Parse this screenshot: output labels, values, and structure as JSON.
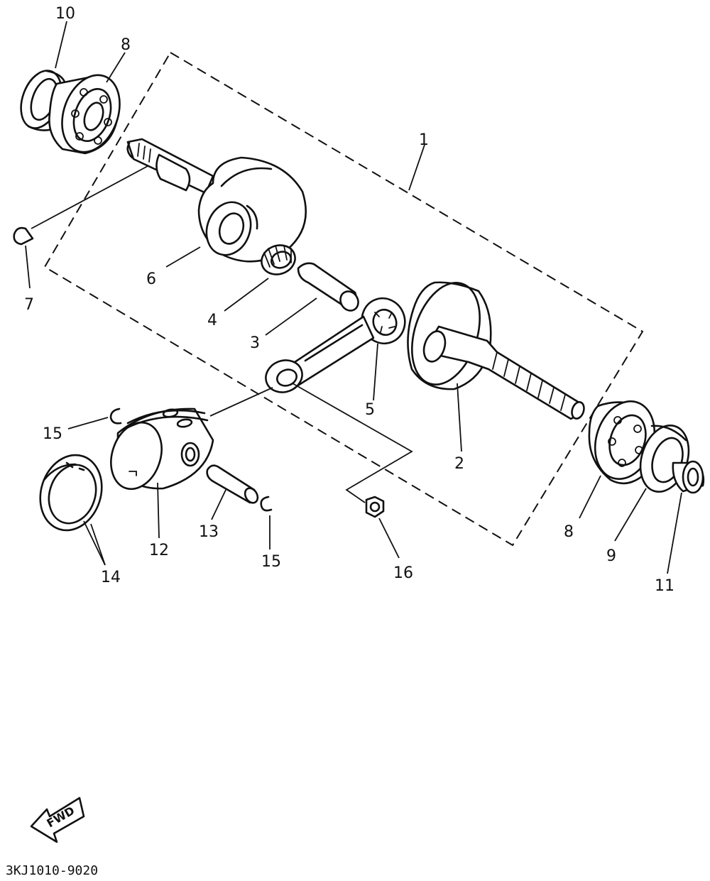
{
  "diagram": {
    "callouts": {
      "c1": "1",
      "c2": "2",
      "c3": "3",
      "c4": "4",
      "c5": "5",
      "c6": "6",
      "c7": "7",
      "c8a": "8",
      "c8b": "8",
      "c9": "9",
      "c10": "10",
      "c11": "11",
      "c12": "12",
      "c13": "13",
      "c14": "14",
      "c15a": "15",
      "c15b": "15",
      "c16": "16"
    },
    "fwd_label": "FWD",
    "document_code": "3KJ1010-9020"
  }
}
